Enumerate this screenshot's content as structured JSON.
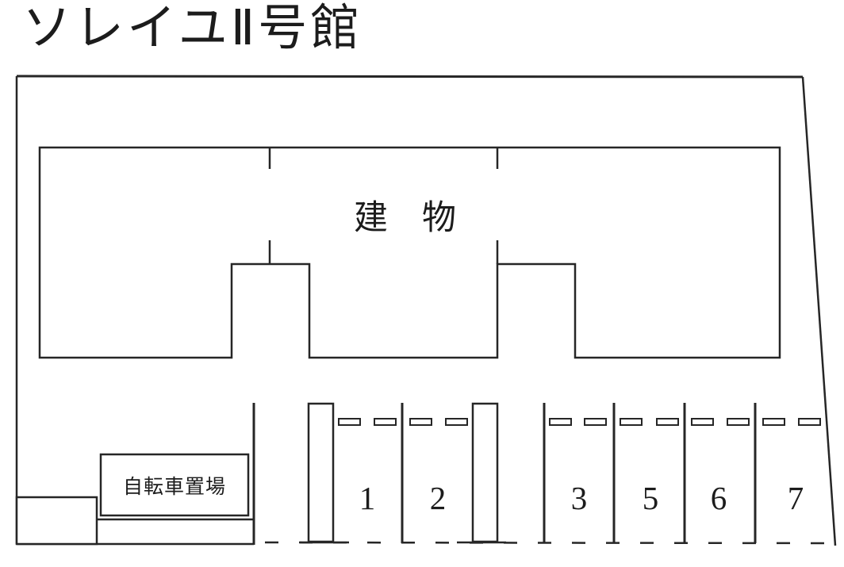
{
  "site": {
    "title": "ソレイユⅡ号館"
  },
  "building": {
    "label": "建　物"
  },
  "bicycle_area": {
    "label": "自転車置場"
  },
  "parking": {
    "spaces": [
      {
        "label": "1"
      },
      {
        "label": "2"
      },
      {
        "label": "3"
      },
      {
        "label": "5"
      },
      {
        "label": "6"
      },
      {
        "label": "7"
      }
    ]
  },
  "colors": {
    "line": "#262626",
    "background": "#ffffff"
  }
}
